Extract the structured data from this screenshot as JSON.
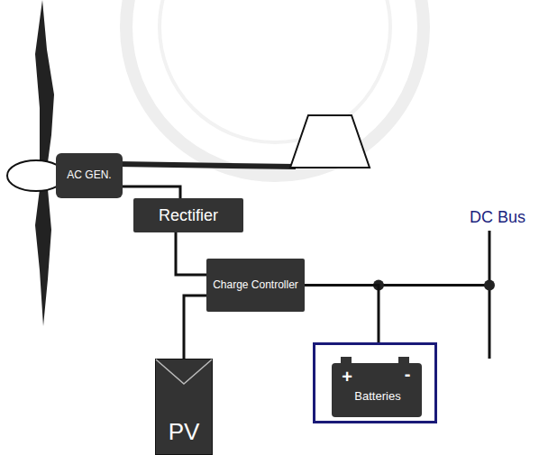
{
  "diagram": {
    "nodes": [
      {
        "text": [
          "AC GEN."
        ]
      },
      {
        "text": [
          "Rectifier"
        ]
      },
      {
        "text": [
          "Charge Controller"
        ]
      },
      {
        "text": [
          "PV"
        ]
      },
      {
        "text": [
          "+",
          "-",
          "Batteries"
        ]
      }
    ],
    "edges": [
      {
        "from": 0,
        "to": 1,
        "arrow": "none"
      },
      {
        "from": 1,
        "to": 2,
        "arrow": "none"
      },
      {
        "from": 3,
        "to": 2,
        "arrow": "none"
      },
      {
        "from": 2,
        "to": 4,
        "arrow": "none"
      }
    ],
    "labels": [
      "DC Bus"
    ]
  }
}
